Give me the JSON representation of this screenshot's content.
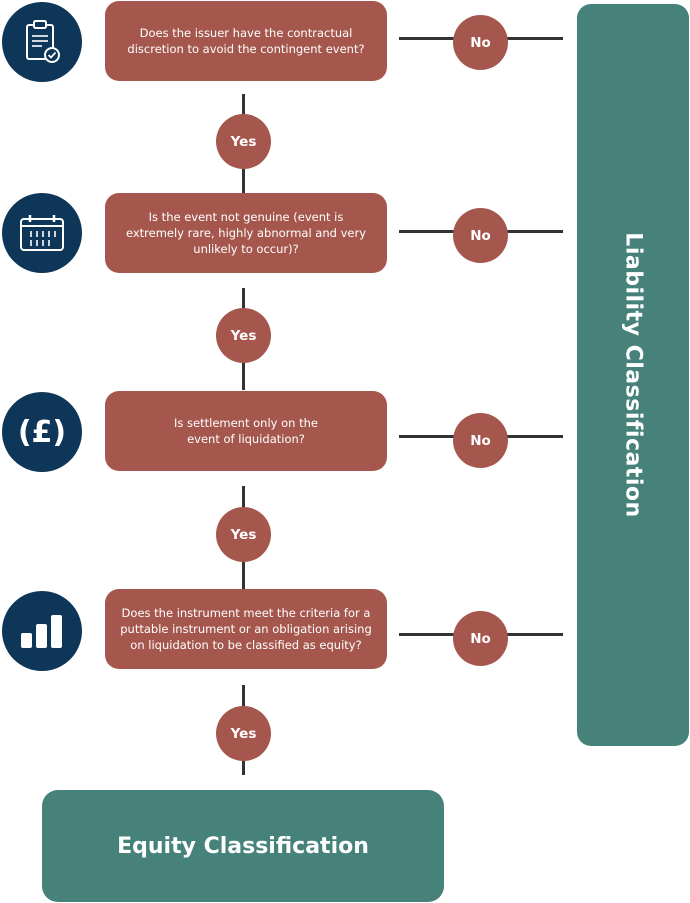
{
  "questions": [
    {
      "text": "Does the issuer have the contractual discretion to avoid the contingent event?",
      "icon": "clipboard-check-icon"
    },
    {
      "text": "Is the event not genuine (event is extremely rare, highly abnormal and very unlikely to occur)?",
      "icon": "calendar-icon"
    },
    {
      "text": "Is settlement only on the event of liquidation?",
      "icon": "pound-icon"
    },
    {
      "text": "Does the instrument meet the criteria for a puttable instrument or an obligation arising on liquidation to be classified as equity?",
      "icon": "bar-chart-icon"
    }
  ],
  "pound_symbol": "(£)",
  "yes_label": "Yes",
  "no_label": "No",
  "liability_label": "Liability Classification",
  "equity_label": "Equity Classification",
  "colors": {
    "question_box": "#a5574e",
    "icon_circle": "#0d3659",
    "classification_box": "#47827a"
  }
}
